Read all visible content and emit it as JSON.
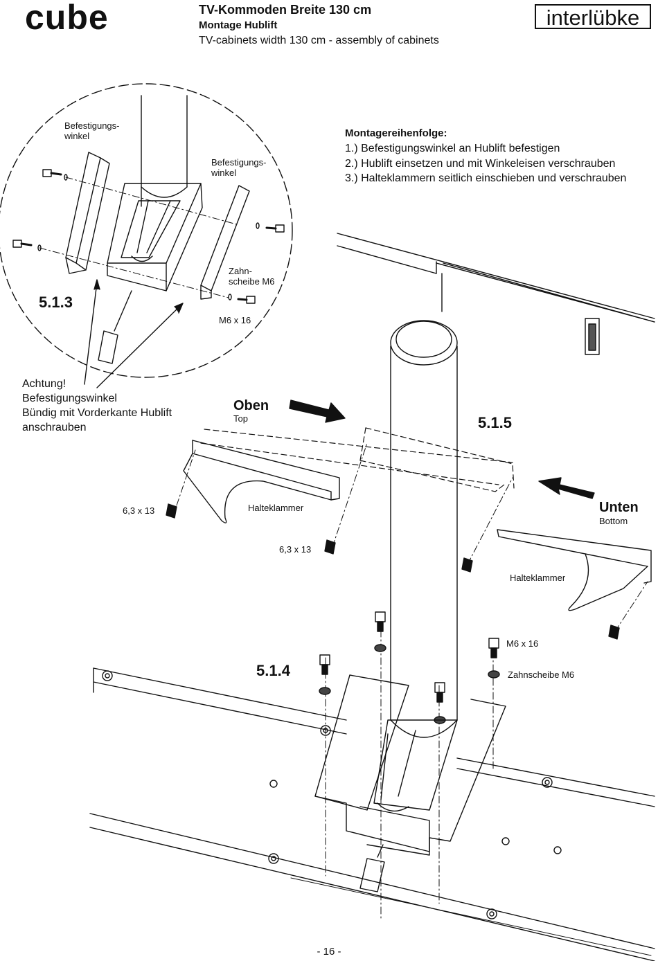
{
  "header": {
    "brand": "cube",
    "title": "TV-Kommoden Breite 130 cm",
    "subtitle": "Montage Hublift",
    "subtitle_en": "TV-cabinets width 130 cm - assembly of cabinets",
    "logo": "interlübke"
  },
  "instructions": {
    "heading": "Montagereihenfolge:",
    "steps": [
      "1.) Befestigungswinkel an Hublift befestigen",
      "2.) Hublift einsetzen und mit Winkeleisen verschrauben",
      "3.) Halteklammern seitlich einschieben und verschrauben"
    ]
  },
  "detail": {
    "step_number": "5.1.3",
    "label_bracket_left": "Befestigungs-\nwinkel",
    "label_bracket_right": "Befestigungs-\nwinkel",
    "label_washer": "Zahn-\nscheibe M6",
    "label_screw": "M6 x 16"
  },
  "warning": {
    "lines": [
      "Achtung!",
      "Befestigungswinkel",
      "Bündig mit Vorderkante Hublift",
      "anschrauben"
    ]
  },
  "main": {
    "step_515": "5.1.5",
    "step_514": "5.1.4",
    "oben": "Oben",
    "top": "Top",
    "unten": "Unten",
    "bottom": "Bottom",
    "halteklammer_left": "Halteklammer",
    "halteklammer_right": "Halteklammer",
    "screw_a": "6,3 x 13",
    "screw_b": "6,3 x 13",
    "screw_m6": "M6 x 16",
    "washer_m6": "Zahnscheibe M6"
  },
  "footer": {
    "page": "- 16 -"
  }
}
